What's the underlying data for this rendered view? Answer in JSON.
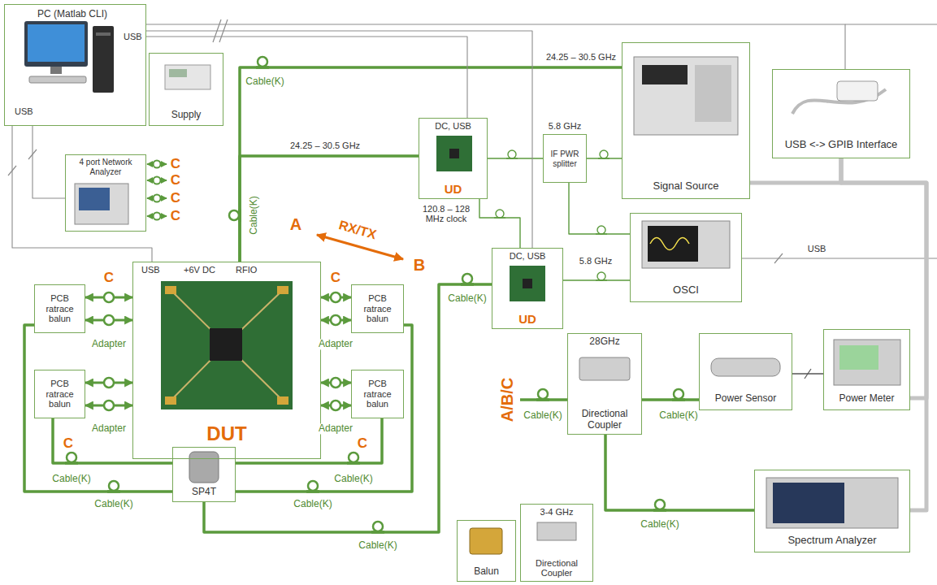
{
  "diagram": {
    "nodes": [
      {
        "text": [
          "PC (Matlab CLI)",
          "USB",
          "USB"
        ]
      },
      {
        "text": [
          "Supply"
        ]
      },
      {
        "text": [
          "4 port Network Analyzer"
        ]
      },
      {
        "text": [
          "DC, USB",
          "UD"
        ]
      },
      {
        "text": [
          "IF PWR splitter"
        ]
      },
      {
        "text": [
          "Signal Source"
        ]
      },
      {
        "text": [
          "USB <-> GPIB Interface"
        ]
      },
      {
        "text": [
          "DC, USB",
          "UD"
        ]
      },
      {
        "text": [
          "OSCI"
        ]
      },
      {
        "text": [
          "USB",
          "+6V DC",
          "RFIO",
          "DUT"
        ]
      },
      {
        "text": [
          "PCB ratrace balun"
        ]
      },
      {
        "text": [
          "PCB ratrace balun"
        ]
      },
      {
        "text": [
          "PCB ratrace balun"
        ]
      },
      {
        "text": [
          "PCB ratrace balun"
        ]
      },
      {
        "text": [
          "SP4T"
        ]
      },
      {
        "text": [
          "28GHz",
          "Directional Coupler"
        ]
      },
      {
        "text": [
          "Power Sensor"
        ]
      },
      {
        "text": [
          "Power Meter"
        ]
      },
      {
        "text": [
          "Spectrum Analyzer"
        ]
      },
      {
        "text": [
          "Balun"
        ]
      },
      {
        "text": [
          "3-4 GHz",
          "Directional Coupler"
        ]
      }
    ],
    "edges": [
      {
        "from": 5,
        "to": 9,
        "arrow": "none"
      },
      {
        "from": 3,
        "to": 9,
        "arrow": "none"
      },
      {
        "from": 7,
        "to": 14,
        "arrow": "none"
      },
      {
        "from": 9,
        "to": 10,
        "arrow": "both"
      },
      {
        "from": 9,
        "to": 10,
        "arrow": "both"
      },
      {
        "from": 9,
        "to": 12,
        "arrow": "both"
      },
      {
        "from": 9,
        "to": 12,
        "arrow": "both"
      },
      {
        "from": 9,
        "to": 11,
        "arrow": "both"
      },
      {
        "from": 9,
        "to": 11,
        "arrow": "both"
      },
      {
        "from": 9,
        "to": 13,
        "arrow": "both"
      },
      {
        "from": 9,
        "to": 13,
        "arrow": "both"
      },
      {
        "from": 10,
        "to": 14,
        "arrow": "none"
      },
      {
        "from": 12,
        "to": 14,
        "arrow": "none"
      },
      {
        "from": 11,
        "to": 14,
        "arrow": "none"
      },
      {
        "from": 13,
        "to": 14,
        "arrow": "none"
      },
      {
        "from": 15,
        "to": 16,
        "arrow": "none"
      },
      {
        "from": 15,
        "to": 18,
        "arrow": "none"
      },
      {
        "from": 16,
        "to": 17,
        "arrow": "none"
      },
      {
        "from": 3,
        "to": 4,
        "arrow": "none"
      },
      {
        "from": 4,
        "to": 5,
        "arrow": "none"
      },
      {
        "from": 4,
        "to": 8,
        "arrow": "none"
      },
      {
        "from": 7,
        "to": 8,
        "arrow": "none"
      },
      {
        "from": 3,
        "to": 7,
        "arrow": "none"
      },
      {
        "from": 0,
        "to": 3,
        "arrow": "none"
      },
      {
        "from": 0,
        "to": 7,
        "arrow": "none"
      },
      {
        "from": 0,
        "to": 6,
        "arrow": "none"
      },
      {
        "from": 0,
        "to": 2,
        "arrow": "none"
      },
      {
        "from": 0,
        "to": 9,
        "arrow": "none"
      },
      {
        "from": 6,
        "to": 5,
        "arrow": "none"
      },
      {
        "from": 6,
        "to": 17,
        "arrow": "none"
      },
      {
        "from": 6,
        "to": 18,
        "arrow": "none"
      }
    ],
    "labels": [
      "Cable(K)",
      "24.25 – 30.5 GHz",
      "24.25 – 30.5 GHz",
      "Cable(K)",
      "5.8 GHz",
      "120.8 – 128 MHz clock",
      "5.8 GHz",
      "A",
      "RX/TX",
      "B",
      "Cable(K)",
      "C",
      "C",
      "C",
      "C",
      "USB",
      "C",
      "C",
      "Adapter",
      "Adapter",
      "Adapter",
      "Adapter",
      "C",
      "C",
      "Cable(K)",
      "Cable(K)",
      "Cable(K)",
      "Cable(K)",
      "Cable(K)",
      "A/B/C",
      "Cable(K)",
      "Cable(K)",
      "Cable(K)"
    ]
  }
}
